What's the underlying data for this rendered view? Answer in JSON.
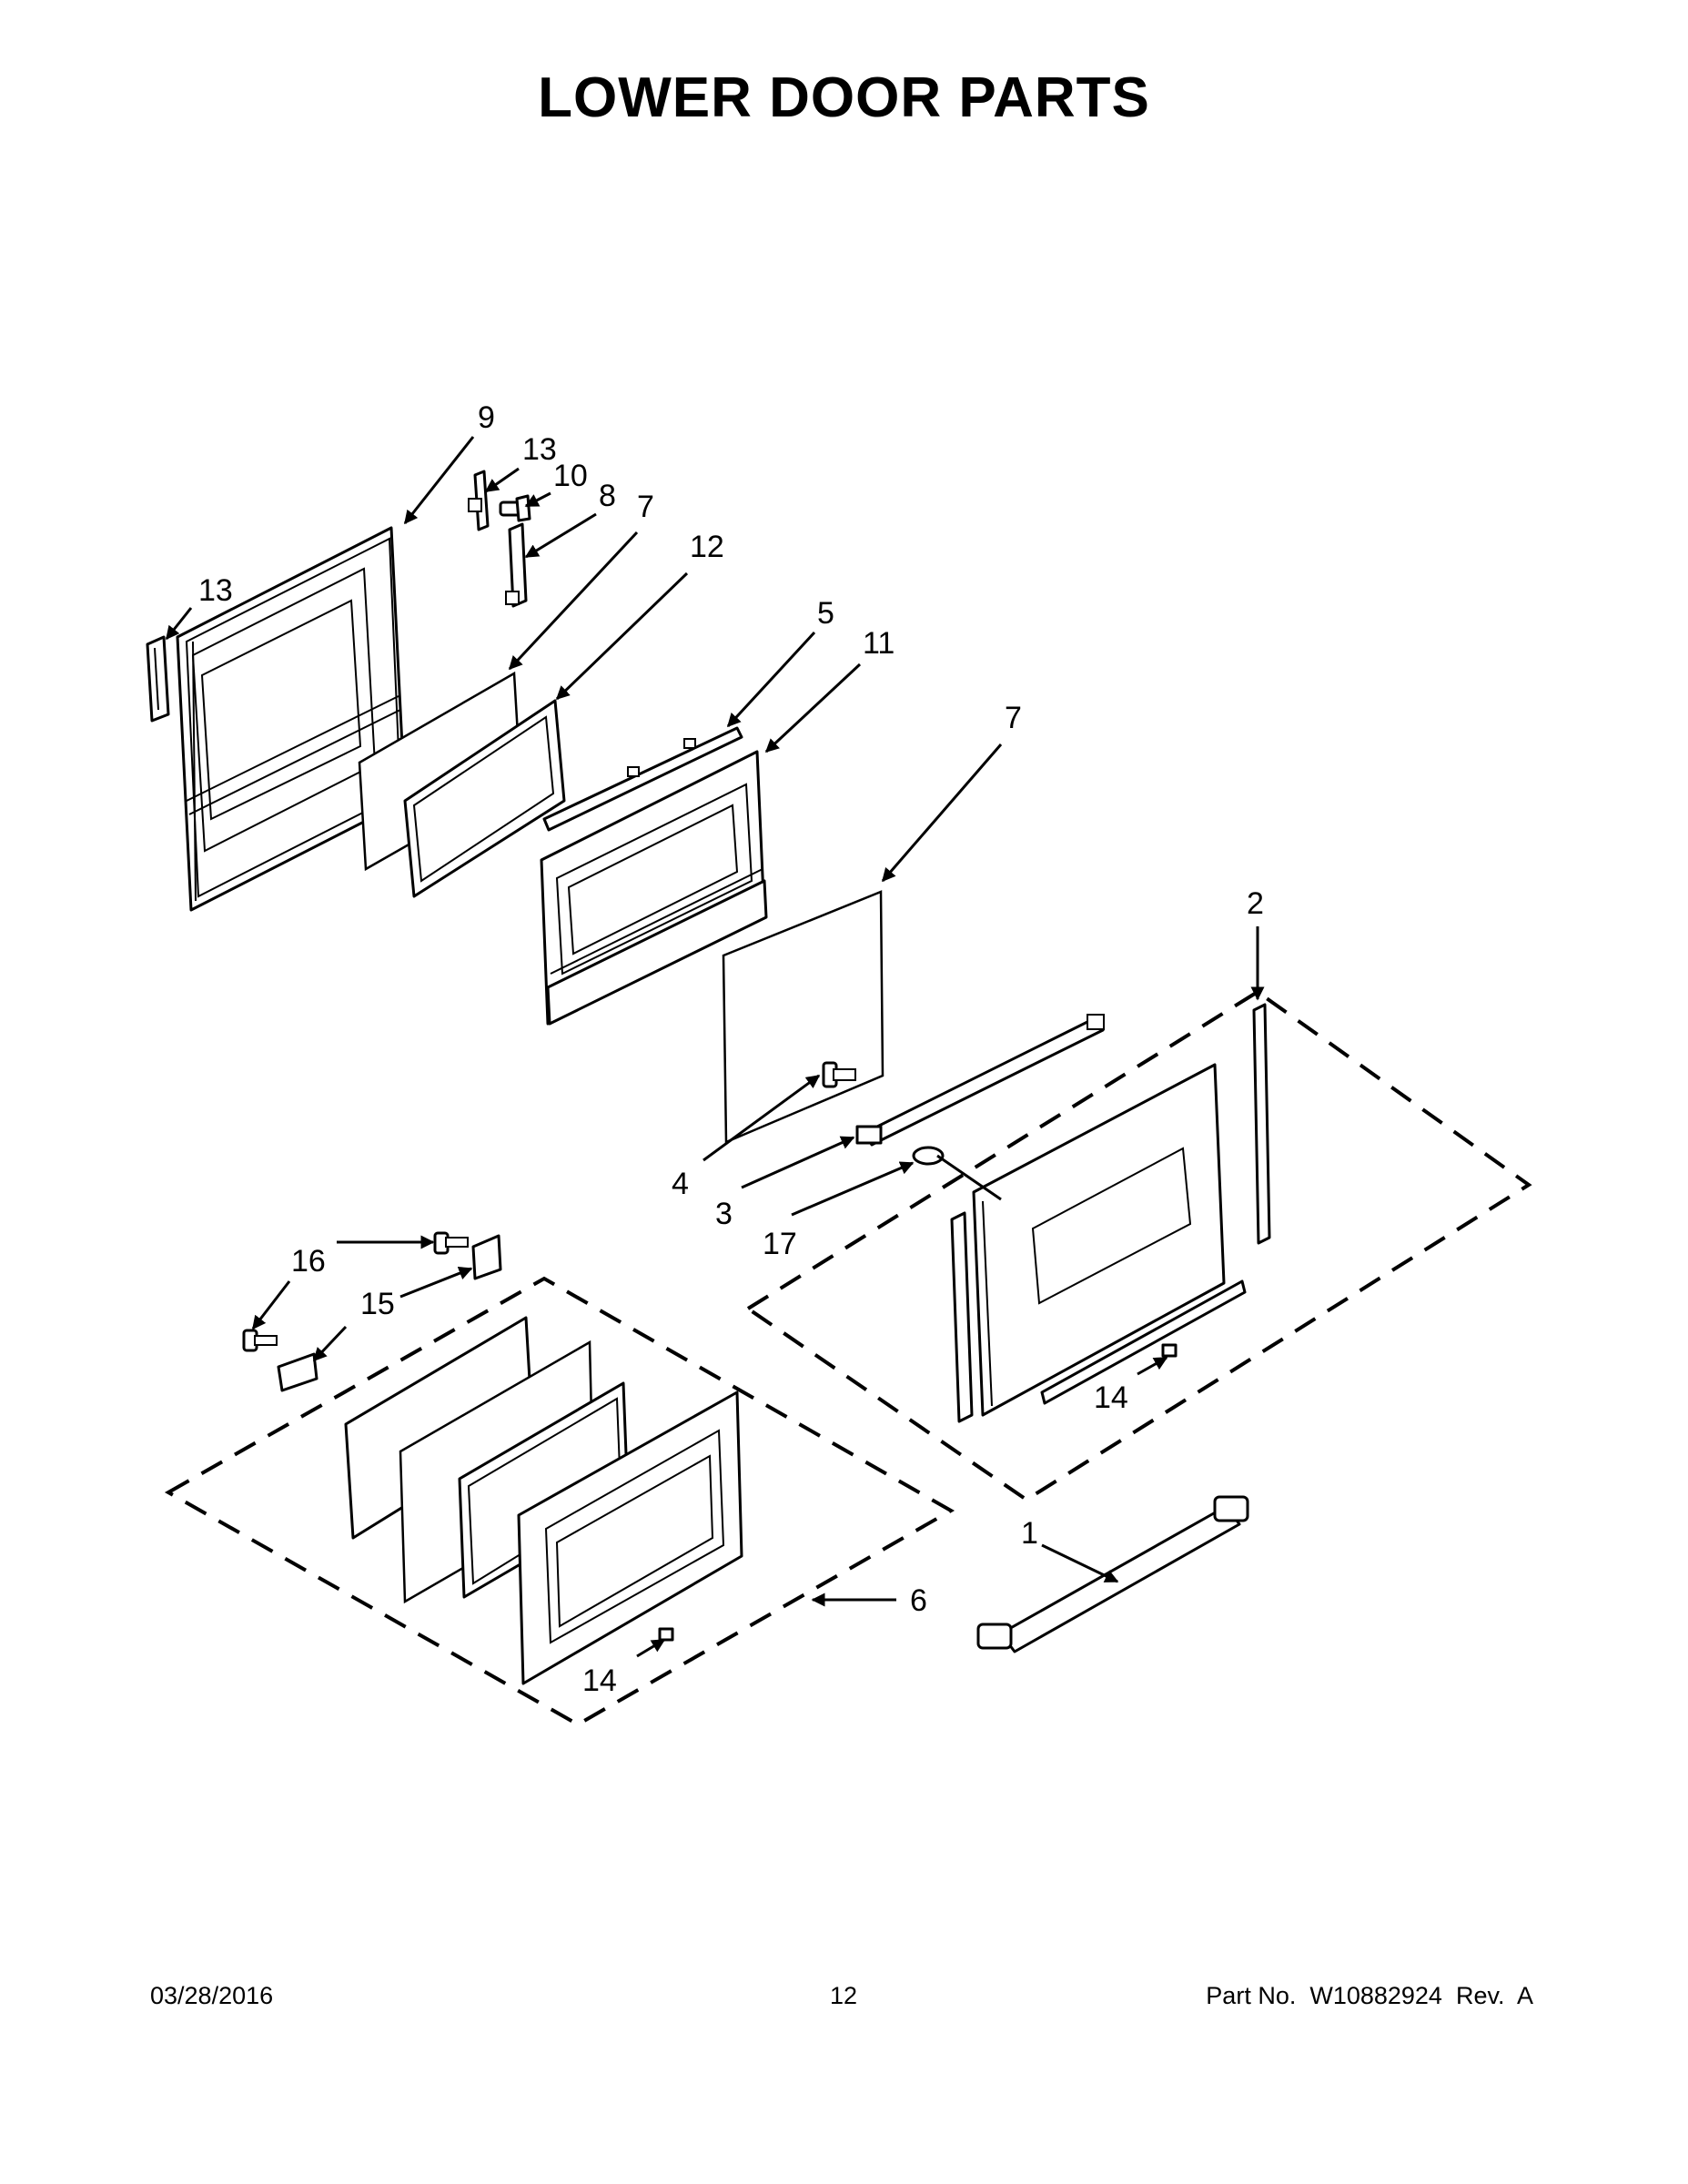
{
  "title": "LOWER DOOR PARTS",
  "callouts": [
    "9",
    "13",
    "10",
    "8",
    "7",
    "12",
    "13",
    "5",
    "11",
    "7",
    "2",
    "4",
    "3",
    "17",
    "16",
    "15",
    "14",
    "6",
    "1",
    "14"
  ],
  "footer": {
    "date": "03/28/2016",
    "page": "12",
    "part_no": "Part No.  W10882924  Rev.  A"
  }
}
